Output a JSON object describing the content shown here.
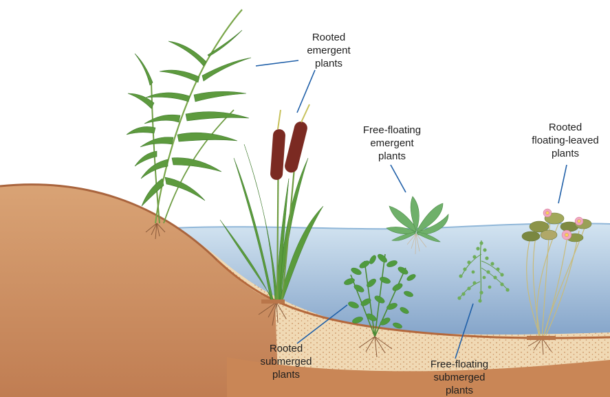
{
  "labels": {
    "rooted_emergent": [
      "Rooted",
      "emergent",
      "plants"
    ],
    "free_floating_emergent": [
      "Free-floating",
      "emergent",
      "plants"
    ],
    "rooted_floating_leaved": [
      "Rooted",
      "floating-leaved",
      "plants"
    ],
    "rooted_submerged": [
      "Rooted",
      "submerged",
      "plants"
    ],
    "free_floating_submerged": [
      "Free-floating",
      "submerged",
      "plants"
    ]
  },
  "colors": {
    "soil": "#d49a6a",
    "soil_dark": "#b7714a",
    "sediment": "#f0d9b4",
    "water_top": "#c9deee",
    "water_bottom": "#5f86b6",
    "reed_green": "#4f8d3a",
    "cattail_head": "#7b2a22",
    "leader_line": "#1f5fa8"
  }
}
